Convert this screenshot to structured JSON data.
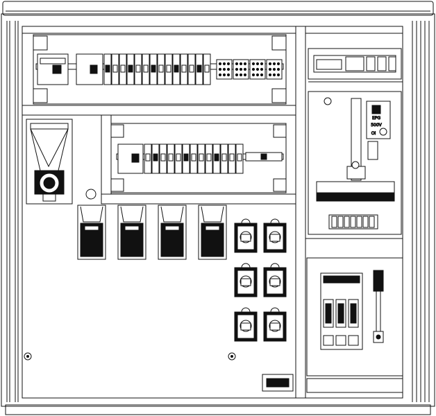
{
  "diagram": {
    "kind": "electrical-enclosure-front-elevation",
    "style": {
      "line_color": "#111111",
      "fill_color": "#ffffff",
      "dark_fill": "#111111"
    },
    "component_labels": {
      "switch_panel_tag": "EPG",
      "switch_panel_rating": "500V",
      "switch_panel_symbol": "OI"
    },
    "counts": {
      "din_breakers_top_rail": 14,
      "terminal_blocks_top_rail": 4,
      "din_breakers_mid_rail": 13,
      "cee_sockets": 4,
      "schuko_sockets": 6,
      "fuse_carriers": 3
    }
  }
}
